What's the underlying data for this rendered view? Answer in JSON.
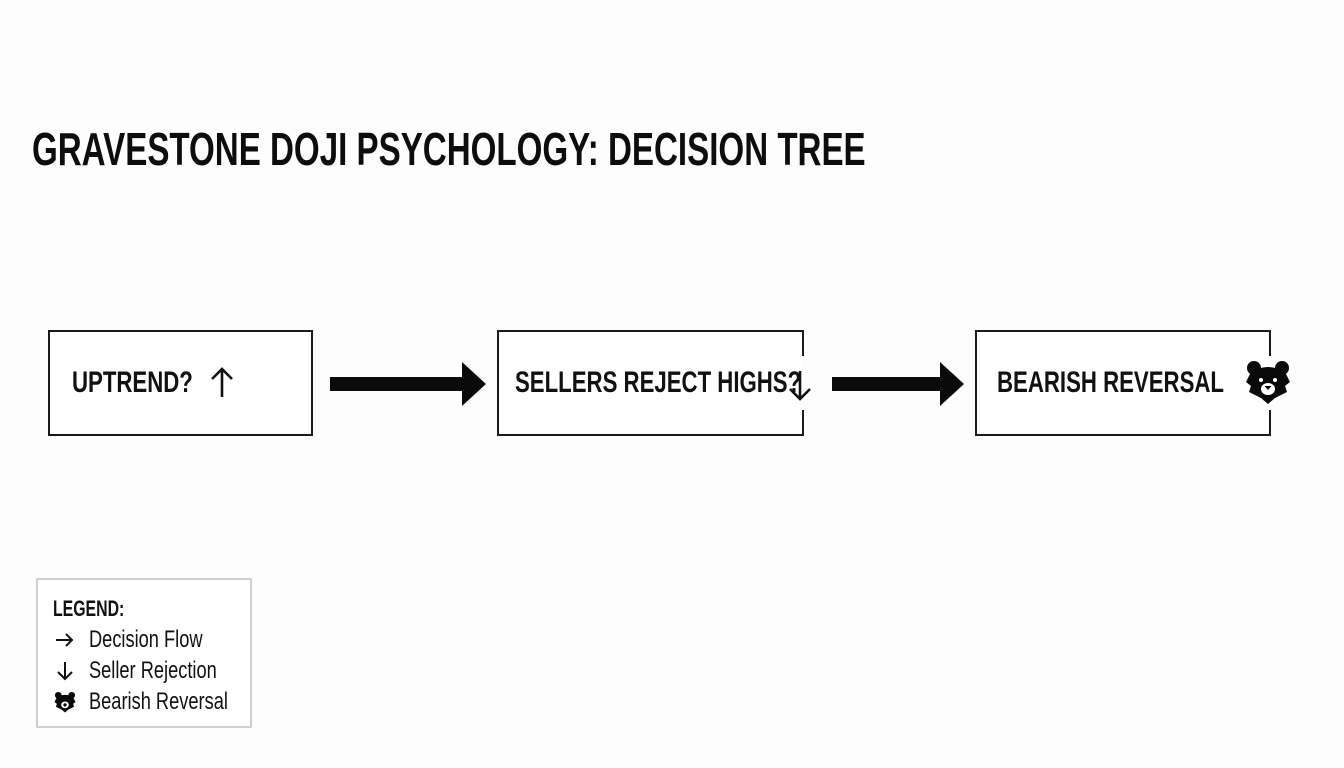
{
  "title": "GRAVESTONE DOJI PSYCHOLOGY: DECISION TREE",
  "nodes": [
    {
      "id": "uptrend",
      "label": "UPTREND?",
      "icon": "arrow-up-icon",
      "icon_glyph": "↑"
    },
    {
      "id": "sellers-reject",
      "label": "SELLERS REJECT HIGHS?",
      "icon": "arrow-down-icon",
      "icon_glyph": "↓"
    },
    {
      "id": "bearish-reversal",
      "label": "BEARISH REVERSAL",
      "icon": "bear-icon"
    }
  ],
  "edges": [
    {
      "from": "uptrend",
      "to": "sellers-reject",
      "style": "thick-arrow"
    },
    {
      "from": "sellers-reject",
      "to": "bearish-reversal",
      "style": "thick-arrow"
    }
  ],
  "legend": {
    "title": "LEGEND:",
    "items": [
      {
        "icon": "arrow-right-icon",
        "glyph": "→",
        "label": "Decision Flow"
      },
      {
        "icon": "arrow-down-icon",
        "glyph": "↓",
        "label": "Seller Rejection"
      },
      {
        "icon": "bear-icon",
        "label": "Bearish Reversal"
      }
    ]
  },
  "colors": {
    "background": "#fdfdfd",
    "stroke": "#1a1a1a",
    "legend_border": "#cfcfcf"
  }
}
